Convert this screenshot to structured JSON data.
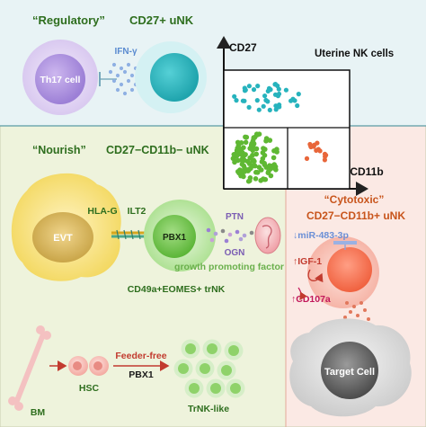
{
  "panels": {
    "regulatory": {
      "title": "“Regulatory”",
      "subtitle": "CD27+ uNK",
      "th17_label": "Th17 cell",
      "cytokine": "IFN-γ"
    },
    "flow_plot": {
      "y_axis_label": "CD27",
      "x_axis_label": "CD11b",
      "title": "Uterine NK cells"
    },
    "nourish": {
      "title": "“Nourish”",
      "subtitle": "CD27−CD11b− uNK",
      "evt_label": "EVT",
      "hla_label": "HLA-G",
      "ilt2_label": "ILT2",
      "pbx1_label": "PBX1",
      "ptn_label": "PTN",
      "ogn_label": "OGN",
      "growth_label": "growth promoting factor",
      "trnk_label": "CD49a+EOMES+ trNK",
      "bm_label": "BM",
      "hsc_label": "HSC",
      "feeder_label": "Feeder-free",
      "pbx1_arrow_label": "PBX1",
      "trnk_like_label": "TrNK-like"
    },
    "cytotoxic": {
      "title": "“Cytotoxic”",
      "subtitle": "CD27−CD11b+ uNK",
      "mir_label": "↓miR-483-3p",
      "igf_label": "↑IGF-1",
      "cd107_label": "↑CD107a",
      "target_label": "Target Cell"
    }
  },
  "colors": {
    "regulatory_bg": "#e8f3f5",
    "nourish_bg": "#eef3dc",
    "cytotoxic_bg": "#fbe9e4",
    "title_green": "#2e6e1e",
    "accent_orange": "#c8551c",
    "teal_dots": "#27b3bd",
    "green_dots": "#5fb833",
    "orange_dots": "#e8663a"
  }
}
